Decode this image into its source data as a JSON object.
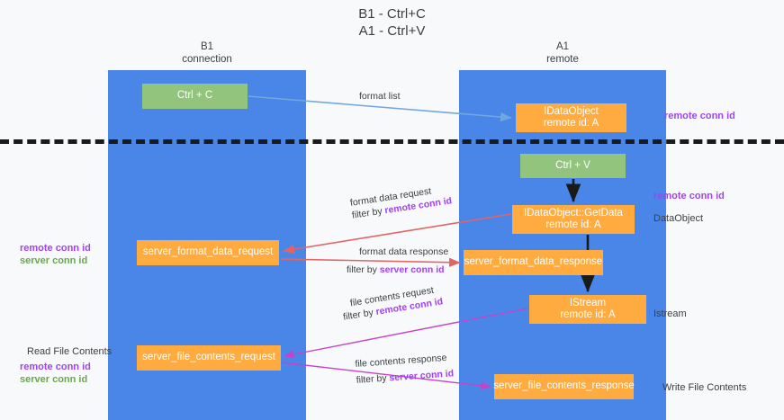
{
  "title": {
    "line1": "B1 - Ctrl+C",
    "line2": "A1 - Ctrl+V"
  },
  "columns": [
    {
      "name": "B1",
      "role": "connection"
    },
    {
      "name": "A1",
      "role": "remote"
    }
  ],
  "nodes": [
    {
      "id": "ctrl-c",
      "line1": "Ctrl + C",
      "line2": "",
      "color": "#93c47d"
    },
    {
      "id": "idataobject",
      "line1": "IDataObject",
      "line2": "remote id: A",
      "color": "#ffab40"
    },
    {
      "id": "ctrl-v",
      "line1": "Ctrl + V",
      "line2": "",
      "color": "#93c47d"
    },
    {
      "id": "getdata",
      "line1": "IDataObject::GetData",
      "line2": "remote id: A",
      "color": "#ffab40"
    },
    {
      "id": "server-format-data-request",
      "line1": "server_format_data_request",
      "line2": "",
      "color": "#ffab40"
    },
    {
      "id": "server-format-data-response",
      "line1": "server_format_data_response",
      "line2": "",
      "color": "#ffab40"
    },
    {
      "id": "istream",
      "line1": "IStream",
      "line2": "remote id: A",
      "color": "#ffab40"
    },
    {
      "id": "server-file-contents-request",
      "line1": "server_file_contents_request",
      "line2": "",
      "color": "#ffab40"
    },
    {
      "id": "server-file-contents-response",
      "line1": "server_file_contents_response",
      "line2": "",
      "color": "#ffab40"
    }
  ],
  "edges": [
    {
      "id": "format-list",
      "label": "format list",
      "filter_prefix": "",
      "filter_key": ""
    },
    {
      "id": "format-data-request",
      "label": "format data request",
      "filter_prefix": "filter by ",
      "filter_key": "remote conn id"
    },
    {
      "id": "format-data-response",
      "label": "format data response",
      "filter_prefix": "filter by ",
      "filter_key": "server conn id"
    },
    {
      "id": "file-contents-request",
      "label": "file contents request",
      "filter_prefix": "filter by ",
      "filter_key": "remote conn id"
    },
    {
      "id": "file-contents-response",
      "label": "file contents response",
      "filter_prefix": "filter by ",
      "filter_key": "server conn id"
    }
  ],
  "annotations": {
    "right": {
      "remote_conn_id_top": "remote conn id",
      "remote_conn_id_mid": "remote conn id",
      "dataobject": "DataObject",
      "istream": "Istream",
      "write_file_contents": "Write File Contents"
    },
    "left": {
      "remote_conn_id_mid": "remote conn id",
      "server_conn_id_mid": "server conn id",
      "read_file_contents": "Read File Contents",
      "remote_conn_id_bottom": "remote conn id",
      "server_conn_id_bottom": "server conn id"
    }
  },
  "colors": {
    "column": "#4a86e8",
    "green_node": "#93c47d",
    "orange_node": "#ffab40",
    "purple_text": "#a142f4",
    "green_text": "#6aa84f",
    "arrow_blue": "#6fa8dc",
    "arrow_red": "#e06666",
    "arrow_magenta": "#c742c7",
    "arrow_black": "#1a1a1a",
    "background": "#f8f9fa"
  }
}
